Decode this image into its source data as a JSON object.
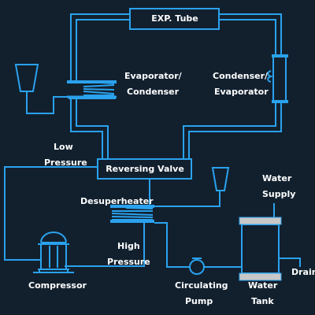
{
  "labels": {
    "exp_tube": "EXP. Tube",
    "evaporator_condenser_1": "Evaporator/",
    "evaporator_condenser_2": "Condenser",
    "condenser_evaporator_1": "Condenser/",
    "condenser_evaporator_2": "Evaporator",
    "low_pressure_1": "Low",
    "low_pressure_2": "Pressure",
    "reversing_valve": "Reversing Valve",
    "water_supply_1": "Water",
    "water_supply_2": "Supply",
    "desuperheater": "Desuperheater",
    "high_pressure_1": "High",
    "high_pressure_2": "Pressure",
    "drain": "Drain",
    "compressor": "Compressor",
    "circulating_pump_1": "Circulating",
    "circulating_pump_2": "Pump",
    "water_tank_1": "Water",
    "water_tank_2": "Tank"
  },
  "colors": {
    "background": "#12202e",
    "line": "#2aa2ee",
    "text": "#ffffff",
    "tank_cap": "#c8c8c8"
  }
}
